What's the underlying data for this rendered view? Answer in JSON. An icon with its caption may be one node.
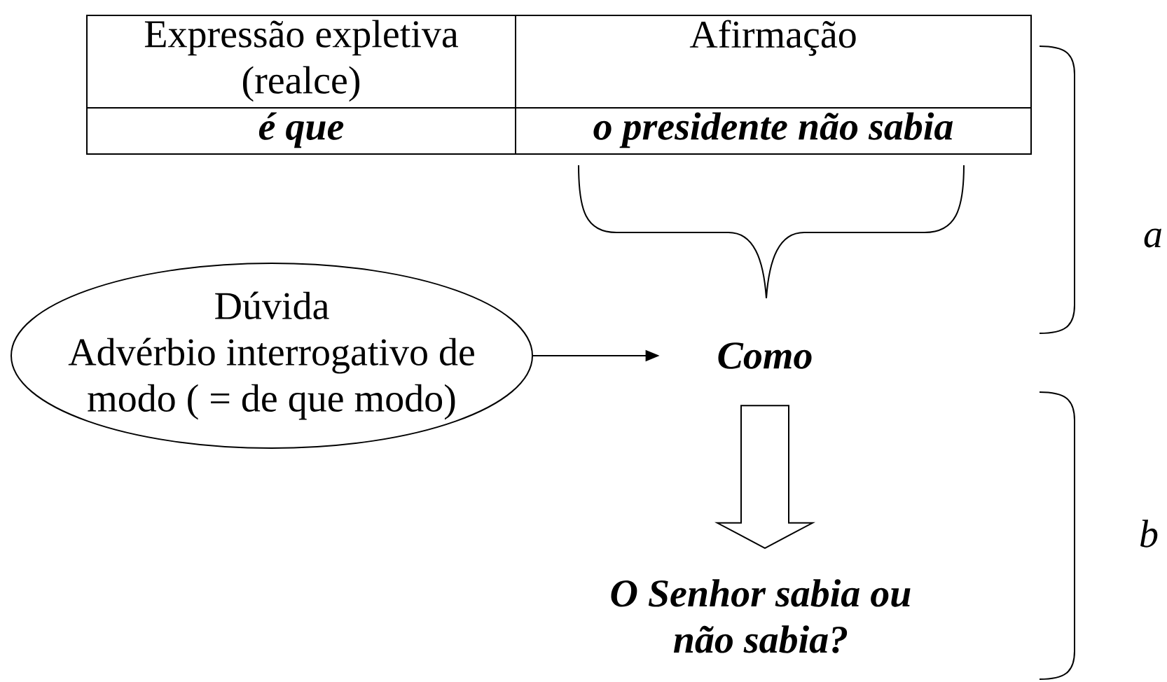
{
  "diagram": {
    "nodes": [
      {
        "text": [
          "Dúvida",
          "Advérbio interrogativo de modo ( = de que modo)"
        ]
      },
      {
        "text": [
          "Como"
        ]
      },
      {
        "text": [
          "O Senhor sabia ou não sabia?"
        ]
      }
    ],
    "edges": [
      {
        "from": 0,
        "to": 1,
        "arrow": "to"
      },
      {
        "from": 1,
        "to": 2,
        "arrow": "to",
        "style": "thick"
      }
    ],
    "labels": [
      "Expressão expletiva (realce)",
      "Afirmação",
      "é que",
      "o presidente não sabia",
      "a",
      "b"
    ]
  }
}
